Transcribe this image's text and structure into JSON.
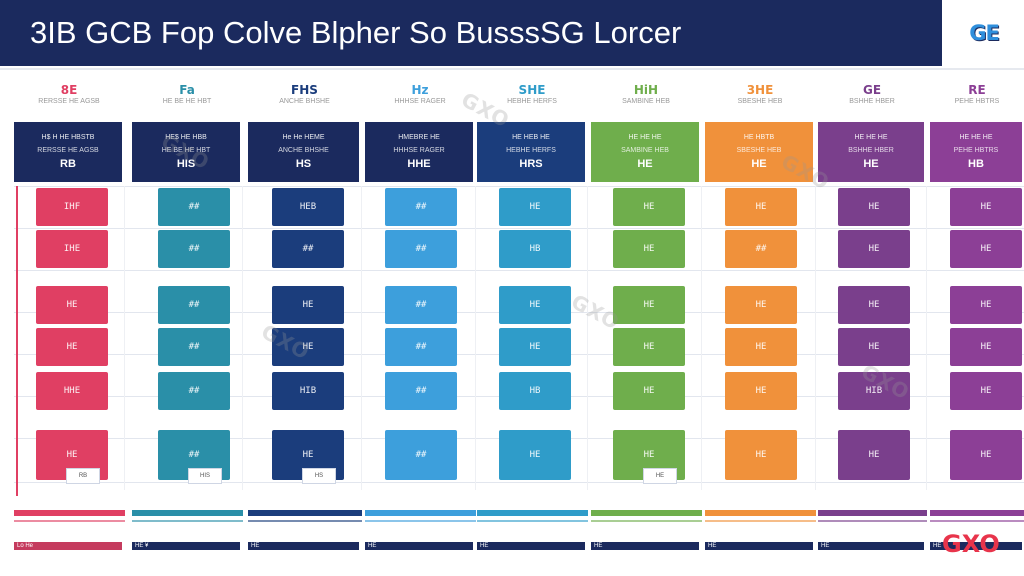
{
  "header": {
    "title": "3IB GCB Fop Colve Blpher So BusssSG Lorcer",
    "logo": "GE"
  },
  "watermark": "GXO",
  "columns": [
    {
      "caption": "8E",
      "sub": "RERSSE HE AGSB",
      "color": "#e03f63",
      "h_title": "H$ H HE HBSTB",
      "h_code": "RB",
      "rows": [
        "IHF",
        "IHE",
        "HE",
        "HE",
        "HHE",
        "HE"
      ],
      "foot": "Lo He"
    },
    {
      "caption": "Fa",
      "sub": "HE BE HE HBT",
      "color": "#2a8fa8",
      "h_title": "HE$ HE HBB",
      "h_code": "HIS",
      "rows": [
        "##",
        "##",
        "##",
        "##",
        "##",
        "##"
      ],
      "foot": "HE ¥"
    },
    {
      "caption": "FHS",
      "sub": "ANCHE BHSHE",
      "color": "#1b3d7c",
      "h_title": "He He HEME",
      "h_code": "HS",
      "rows": [
        "HEB",
        "##",
        "HE",
        "HE",
        "HIB",
        "HE"
      ],
      "foot": "HE"
    },
    {
      "caption": "Hz",
      "sub": "HHHSE RAGER",
      "color": "#3d9fdc",
      "h_title": "HMEBRE HE",
      "h_code": "HHE",
      "rows": [
        "##",
        "##",
        "##",
        "##",
        "##",
        "##"
      ],
      "foot": "HE"
    },
    {
      "caption": "SHE",
      "sub": "HEBHE HERFS",
      "color": "#2f9cc9",
      "h_title": "HE HEB HE",
      "h_code": "HRS",
      "rows": [
        "HE",
        "HB",
        "HE",
        "HE",
        "HB",
        "HE"
      ],
      "foot": "HE"
    },
    {
      "caption": "HiH",
      "sub": "SAMBINE HEB",
      "color": "#6fae4c",
      "h_title": "HE HE HE",
      "h_code": "HE",
      "rows": [
        "HE",
        "HE",
        "HE",
        "HE",
        "HE",
        "HE"
      ],
      "foot": "HE"
    },
    {
      "caption": "3HE",
      "sub": "SBESHE HEB",
      "color": "#f0913b",
      "h_title": "HE HBTB",
      "h_code": "HE",
      "rows": [
        "HE",
        "##",
        "HE",
        "HE",
        "HE",
        "HE"
      ],
      "foot": "HE"
    },
    {
      "caption": "GE",
      "sub": "BSHHE HBER",
      "color": "#7a3f8c",
      "h_title": "HE HE HE",
      "h_code": "HE",
      "rows": [
        "HE",
        "HE",
        "HE",
        "HE",
        "HIB",
        "HE"
      ],
      "foot": "HE"
    },
    {
      "caption": "RE",
      "sub": "PEHE HBTRS",
      "color": "#8c3f96",
      "h_title": "HE HE HE",
      "h_code": "HB",
      "rows": [
        "HE",
        "HE",
        "HE",
        "HE",
        "HE",
        "HE"
      ],
      "foot": "HE"
    }
  ]
}
